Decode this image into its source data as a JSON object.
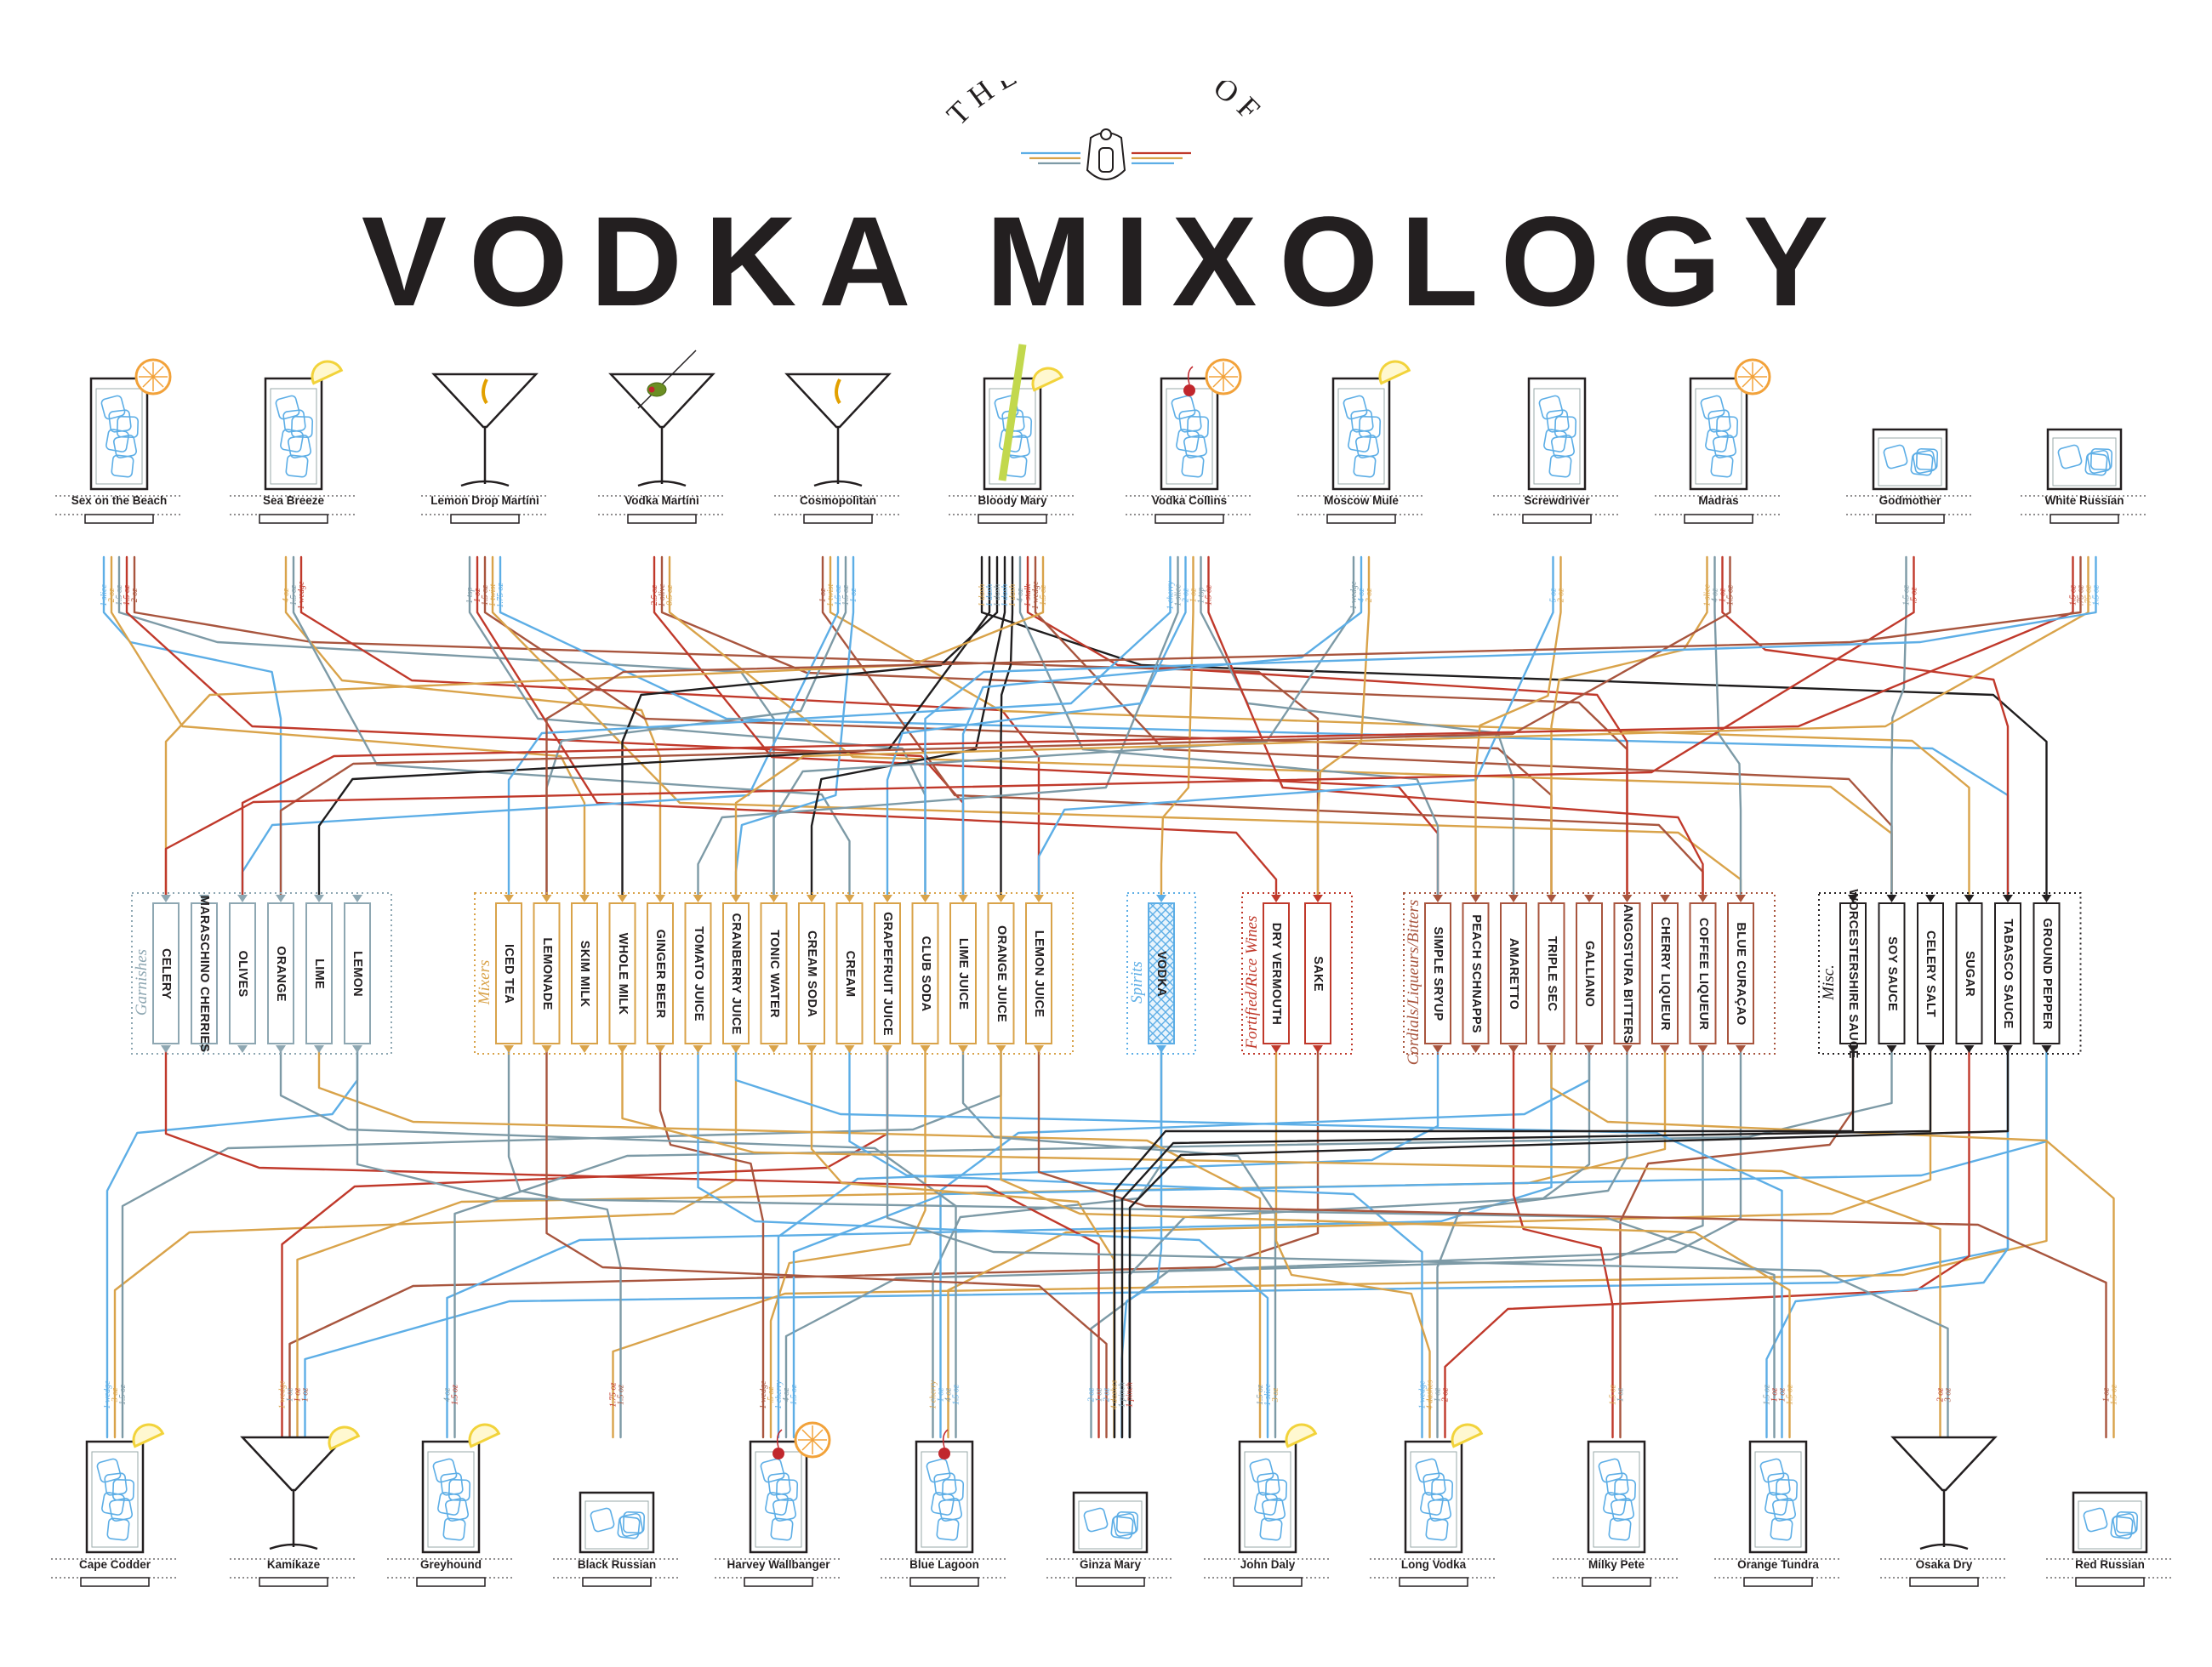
{
  "title": {
    "pre": "THE MATRIX OF",
    "main": "VODKA MIXOLOGY"
  },
  "colors": {
    "ink": "#231f20",
    "blue": "#5daee6",
    "orange": "#d9a34a",
    "slate": "#7d9aa6",
    "red": "#c0392b",
    "brown": "#a8553e",
    "black": "#1f1d1e",
    "garnish": "#8ea7b2",
    "mixer": "#d9a34a",
    "spirit": "#5daee6",
    "wine": "#c0392b",
    "cordial": "#a8553e",
    "misc": "#231f20",
    "lemon": "#f2d33b",
    "orangeslice": "#f2a23a",
    "cherry": "#c1272d",
    "ice": "#5daee6"
  },
  "top_cocktails": [
    {
      "name": "Sex on the Beach",
      "glass": "highball",
      "garnish": "orange",
      "amounts": [
        "1 slice",
        "2 oz",
        "1.5 oz",
        "1.5 oz",
        "2 oz"
      ]
    },
    {
      "name": "Sea Breeze",
      "glass": "highball",
      "garnish": "lemon",
      "amounts": [
        "4 oz",
        "1.5 oz",
        "1 wedge"
      ]
    },
    {
      "name": "Lemon Drop Martini",
      "glass": "martini",
      "garnish": "peel",
      "amounts": [
        "1 tsp",
        "1 oz",
        "1.5 oz",
        "1 twist",
        "1.75 oz"
      ]
    },
    {
      "name": "Vodka Martini",
      "glass": "martini",
      "garnish": "olive",
      "amounts": [
        "2.5 oz",
        "1 olive",
        "0.5 oz"
      ]
    },
    {
      "name": "Cosmopolitan",
      "glass": "martini",
      "garnish": "peel",
      "amounts": [
        "1 oz",
        "1 twist",
        "1.5 oz",
        "1.5 oz",
        "1 oz"
      ]
    },
    {
      "name": "Bloody Mary",
      "glass": "highball",
      "garnish": "celery",
      "amounts": [
        "1 dash",
        "1 dash",
        "1 dash",
        "1 dash",
        "1 dash",
        "4 oz",
        "1 stalk",
        "1 wedge",
        "1.5 oz"
      ]
    },
    {
      "name": "Vodka Collins",
      "glass": "highball",
      "garnish": "orange-cherry",
      "amounts": [
        "1 cherry",
        "1 slice",
        "2 oz",
        "1 oz",
        "1 tsp",
        "1.5 oz"
      ]
    },
    {
      "name": "Moscow Mule",
      "glass": "highball",
      "garnish": "lemon",
      "amounts": [
        "1 wedge",
        "4 oz",
        "2 oz"
      ]
    },
    {
      "name": "Screwdriver",
      "glass": "highball",
      "garnish": "none",
      "amounts": [
        "5 oz",
        "2 oz"
      ]
    },
    {
      "name": "Madras",
      "glass": "highball",
      "garnish": "orange",
      "amounts": [
        "1 slice",
        "4 oz",
        "1 oz",
        "1.5 oz"
      ]
    },
    {
      "name": "Godmother",
      "glass": "rocks",
      "garnish": "none",
      "amounts": [
        "1.5 oz",
        ".5 oz"
      ]
    },
    {
      "name": "White Russian",
      "glass": "rocks",
      "garnish": "none",
      "amounts": [
        "1.5 oz",
        ".75 oz",
        ".75 oz",
        "1.5 oz"
      ]
    }
  ],
  "bottom_cocktails": [
    {
      "name": "Cape Codder",
      "glass": "highball",
      "garnish": "lemon",
      "amounts": [
        "1 wedge",
        "3 oz",
        "1.5 oz"
      ]
    },
    {
      "name": "Kamikaze",
      "glass": "martini",
      "garnish": "lemon",
      "amounts": [
        "1 wedge",
        "1 oz",
        "1 oz",
        "1 oz"
      ]
    },
    {
      "name": "Greyhound",
      "glass": "highball",
      "garnish": "lemon",
      "amounts": [
        "4 oz",
        "1.5 oz"
      ]
    },
    {
      "name": "Black Russian",
      "glass": "rocks",
      "garnish": "none",
      "amounts": [
        "1.75 oz",
        "1.5 oz"
      ]
    },
    {
      "name": "Harvey Wallbanger",
      "glass": "highball",
      "garnish": "orange-cherry",
      "amounts": [
        "1 wedge",
        ".5 oz",
        "1 cherry",
        "4 oz",
        "1.5 oz"
      ]
    },
    {
      "name": "Blue Lagoon",
      "glass": "highball",
      "garnish": "cherry",
      "amounts": [
        "1 cherry",
        "1 oz",
        "4 oz",
        "1.5 oz"
      ]
    },
    {
      "name": "Ginza Mary",
      "glass": "rocks",
      "garnish": "none",
      "amounts": [
        "2 oz",
        "1 oz",
        "2 oz",
        "4 dashes",
        "1 pinch",
        "1 pinch"
      ]
    },
    {
      "name": "John Daly",
      "glass": "highball",
      "garnish": "lemon",
      "amounts": [
        "1.5 oz",
        "1 slice",
        "3 oz"
      ]
    },
    {
      "name": "Long Vodka",
      "glass": "highball",
      "garnish": "lemon",
      "amounts": [
        "1 wedge",
        "4 dashes",
        "1 oz",
        "2 oz"
      ]
    },
    {
      "name": "Milky Pete",
      "glass": "highball",
      "garnish": "none",
      "amounts": [
        "1.5 oz",
        "1 oz"
      ]
    },
    {
      "name": "Orange Tundra",
      "glass": "highball",
      "garnish": "none",
      "amounts": [
        "1.5 oz",
        "1 oz",
        "1 oz",
        "1.5 oz"
      ]
    },
    {
      "name": "Osaka Dry",
      "glass": "martini",
      "garnish": "none",
      "amounts": [
        "2 oz",
        "3 oz"
      ]
    },
    {
      "name": "Red Russian",
      "glass": "rocks",
      "garnish": "none",
      "amounts": [
        "1 oz",
        "1.5 oz"
      ]
    }
  ],
  "groups": [
    {
      "name": "Garnishes",
      "color": "garnish",
      "items": [
        "CELERY",
        "MARASCHINO CHERRIES",
        "OLIVES",
        "ORANGE",
        "LIME",
        "LEMON"
      ]
    },
    {
      "name": "Mixers",
      "color": "mixer",
      "items": [
        "ICED TEA",
        "LEMONADE",
        "SKIM MILK",
        "WHOLE MILK",
        "GINGER BEER",
        "TOMATO JUICE",
        "CRANBERRY JUICE",
        "TONIC WATER",
        "CREAM SODA",
        "CREAM",
        "GRAPEFRUIT JUICE",
        "CLUB SODA",
        "LIME JUICE",
        "ORANGE JUICE",
        "LEMON JUICE"
      ]
    },
    {
      "name": "Spirits",
      "color": "spirit",
      "items": [
        "VODKA"
      ]
    },
    {
      "name": "Fortified/Rice Wines",
      "color": "wine",
      "items": [
        "DRY VERMOUTH",
        "SAKE"
      ]
    },
    {
      "name": "Cordials/Liqueurs/Bitters",
      "color": "cordial",
      "items": [
        "SIMPLE SRYUP",
        "PEACH SCHNAPPS",
        "AMARETTO",
        "TRIPLE SEC",
        "GALLIANO",
        "ANGOSTURA BITTERS",
        "CHERRY LIQUEUR",
        "COFFEE LIQUEUR",
        "BLUE CURAÇAO"
      ]
    },
    {
      "name": "Misc.",
      "color": "misc",
      "items": [
        "WORCESTERSHIRE SAUCE",
        "SOY SAUCE",
        "CELERY SALT",
        "SUGAR",
        "TABASCO SAUCE",
        "GROUND PEPPER"
      ]
    }
  ]
}
